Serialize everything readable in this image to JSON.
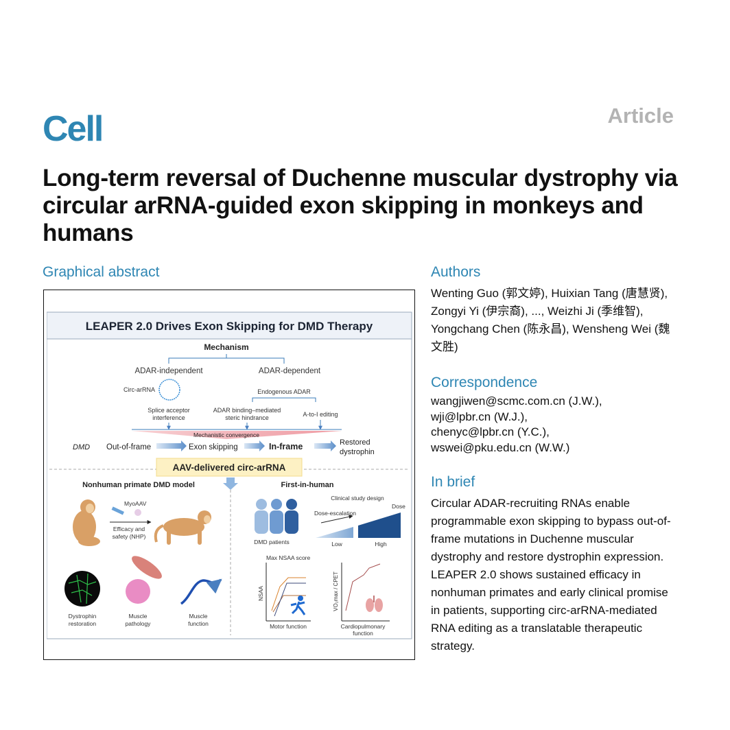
{
  "journal": {
    "logo_text": "Cell",
    "article_type": "Article"
  },
  "paper": {
    "title": "Long-term reversal of Duchenne muscular dystrophy via circular arRNA-guided exon skipping in monkeys and humans"
  },
  "sections": {
    "graphical_abstract": "Graphical abstract",
    "authors": "Authors",
    "correspondence": "Correspondence",
    "in_brief": "In brief"
  },
  "authors_text": "Wenting Guo (郭文婷), Huixian Tang (唐慧贤), Zongyi Yi (伊宗裔), ..., Weizhi Ji (季维智), Yongchang Chen (陈永昌), Wensheng Wei (魏文胜)",
  "correspondence": [
    "wangjiwen@scmc.com.cn (J.W.),",
    "wji@lpbr.cn (W.J.),",
    "chenyc@lpbr.cn (Y.C.),",
    "wswei@pku.edu.cn (W.W.)"
  ],
  "in_brief_text": "Circular ADAR-recruiting RNAs enable programmable exon skipping to bypass out-of-frame mutations in Duchenne muscular dystrophy and restore dystrophin expression. LEAPER 2.0 shows sustained efficacy in nonhuman primates and early clinical promise in patients, supporting circ-arRNA-mediated RNA editing as a translatable therapeutic strategy.",
  "abstract_figure": {
    "title": "LEAPER 2.0 Drives Exon Skipping for DMD Therapy",
    "mechanism": "Mechanism",
    "adar_independent": "ADAR-independent",
    "adar_dependent": "ADAR-dependent",
    "circ_arrna": "Circ-arRNA",
    "endogenous_adar": "Endogenous ADAR",
    "splice_acceptor_1": "Splice acceptor",
    "splice_acceptor_2": "interference",
    "adar_binding_1": "ADAR binding–mediated",
    "adar_binding_2": "steric hindrance",
    "a_to_i": "A-to-I editing",
    "convergence": "Mechanistic convergence",
    "dmd": "DMD",
    "out_of_frame": "Out-of-frame",
    "exon_skipping": "Exon skipping",
    "in_frame": "In-frame",
    "restored_1": "Restored",
    "restored_2": "dystrophin",
    "aav": "AAV-delivered circ-arRNA",
    "nhp_title": "Nonhuman primate DMD model",
    "first_in_human": "First-in-human",
    "myoaav": "MyoAAV",
    "efficacy_1": "Efficacy and",
    "efficacy_2": "safety (NHP)",
    "clinical_design": "Clinical study design",
    "dose": "Dose",
    "dose_escalation": "Dose-escalation",
    "dmd_patients": "DMD patients",
    "low": "Low",
    "high": "High",
    "dystrophin_1": "Dystrophin",
    "dystrophin_2": "restoration",
    "muscle_path_1": "Muscle",
    "muscle_path_2": "pathology",
    "muscle_func_1": "Muscle",
    "muscle_func_2": "function",
    "max_nsaa": "Max NSAA score",
    "nsaa": "NSAA",
    "motor_function": "Motor function",
    "vo2": "VO₂max / CPET",
    "cardio_1": "Cardiopulmonary",
    "cardio_2": "function",
    "colors": {
      "brand": "#2e86b3",
      "aav_box": "#fdf1c4",
      "convergence": "#f2b8bd",
      "arrow_blue": "#5b8ec9",
      "dark_blue": "#1f4f8c"
    }
  }
}
